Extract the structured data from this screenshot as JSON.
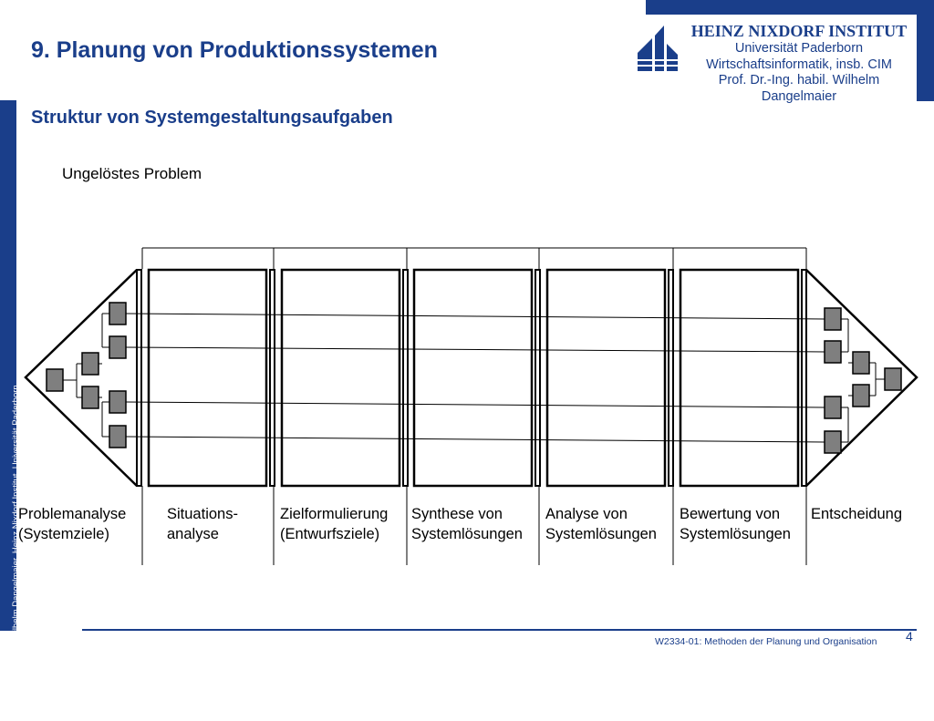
{
  "header": {
    "title": "9. Planung von Produktionssystemen",
    "subtitle": "Struktur von Systemgestaltungsaufgaben"
  },
  "institute": {
    "name": "HEINZ NIXDORF INSTITUT",
    "line1": "Universität Paderborn",
    "line2": "Wirtschaftsinformatik, insb. CIM",
    "line3": "Prof. Dr.-Ing. habil. Wilhelm Dangelmaier"
  },
  "sidebar_copyright": "© Prof. Dr.-Ing habil. Wilhelm Dangelmaier, Heinz Nixdorf Institut, Universität Paderborn",
  "diagram": {
    "problem_label": "Ungelöstes Problem",
    "stages": [
      {
        "line1": "Problemanalyse",
        "line2": "(Systemziele)"
      },
      {
        "line1": "Situations-",
        "line2": "analyse"
      },
      {
        "line1": "Zielformulierung",
        "line2": "(Entwurfsziele)"
      },
      {
        "line1": "Synthese von",
        "line2": "Systemlösungen"
      },
      {
        "line1": "Analyse von",
        "line2": "Systemlösungen"
      },
      {
        "line1": "Bewertung von",
        "line2": "Systemlösungen"
      },
      {
        "line1": "Entscheidung",
        "line2": ""
      }
    ]
  },
  "footer": {
    "course": "W2334-01: Methoden der Planung und Organisation",
    "page": "4"
  },
  "colors": {
    "brand": "#1a3e8a",
    "node_fill": "#7f7f7f"
  }
}
